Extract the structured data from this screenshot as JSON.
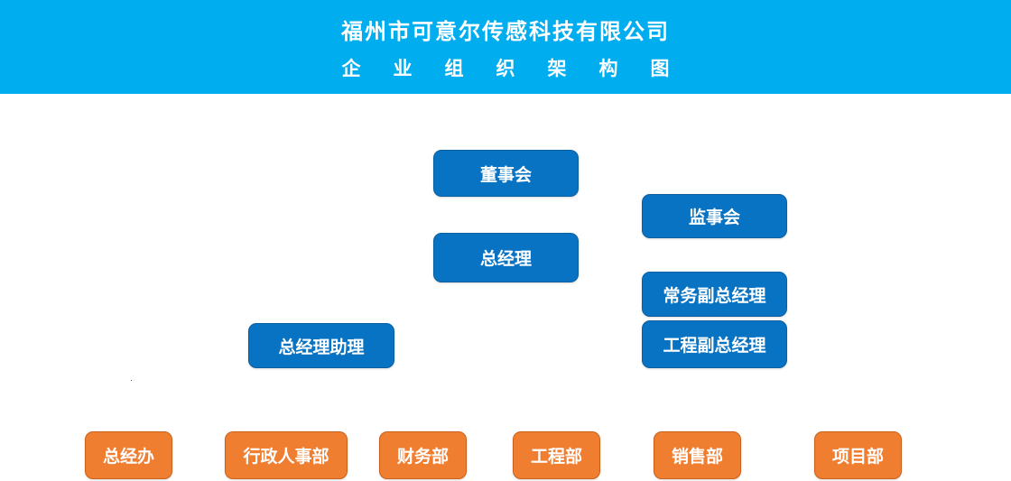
{
  "header": {
    "company_name": "福州市可意尔传感科技有限公司",
    "chart_title": "企业组织架构图",
    "background_color": "#00adef"
  },
  "nodes": {
    "board": "董事会",
    "supervisors": "监事会",
    "general_manager": "总经理",
    "executive_vp": "常务副总经理",
    "engineering_vp": "工程副总经理",
    "gm_assistant": "总经理助理"
  },
  "departments": [
    "总经办",
    "行政人事部",
    "财务部",
    "工程部",
    "销售部",
    "项目部"
  ],
  "colors": {
    "management_node": "#0973c3",
    "department_node": "#ef7e31"
  }
}
